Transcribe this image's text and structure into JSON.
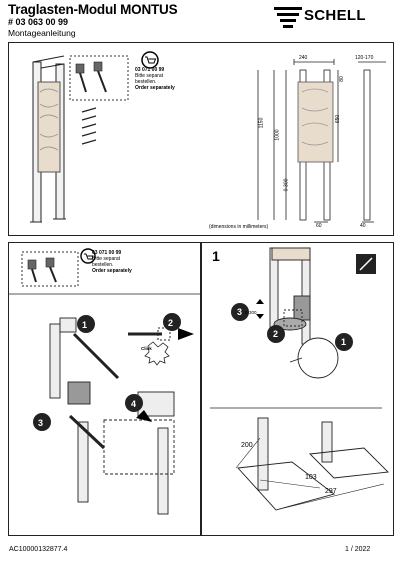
{
  "header": {
    "title": "Traglasten-Modul MONTUS",
    "article_number": "# 03 063 00 99",
    "subtitle": "Montageanleitung",
    "brand": "SCHELL"
  },
  "dimensions": {
    "note": "(dimensions in millimeters)",
    "top_width": "240",
    "depth_range": "120-170",
    "offset_80": "80",
    "height_650": "650",
    "height_1000": "1000",
    "height_1150": "1150",
    "range_0_300": "0-300",
    "bottom_60": "60",
    "bottom_40": "40"
  },
  "order_note": {
    "number": "03 071 00 99",
    "line1": "Bitte separat",
    "line2": "bestellen.",
    "line3": "Order separately"
  },
  "steps": {
    "panel1_number": "1",
    "range_label": "0-300",
    "click_label": "Click",
    "dim_200": "200",
    "dim_103": "103",
    "dim_297": "297"
  },
  "callouts": [
    "1",
    "2",
    "3",
    "4"
  ],
  "footer": {
    "doc_id": "AC10000132877.4",
    "page": "1 / 2022"
  }
}
